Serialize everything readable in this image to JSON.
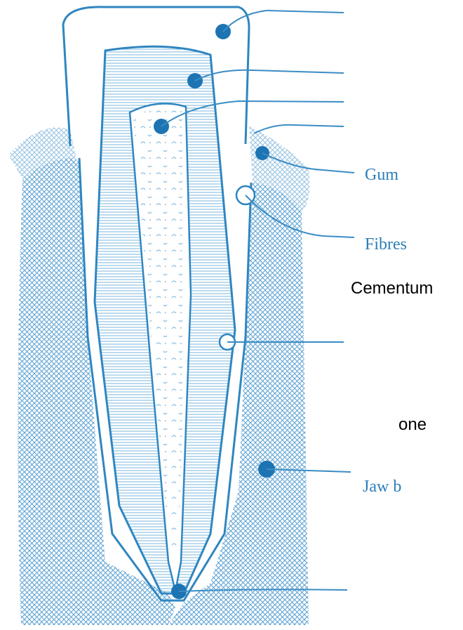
{
  "labels": {
    "gum": "Gum",
    "fibres": "Fibres",
    "cementum": "Cementum",
    "bone_fragment": "one",
    "jaw_fragment": "Jaw b"
  },
  "colors": {
    "ink": "#2f86c0",
    "dot": "#1d74b3",
    "bone_hatch": "#5fa3d3",
    "dentine_lines": "#7ab5de"
  }
}
